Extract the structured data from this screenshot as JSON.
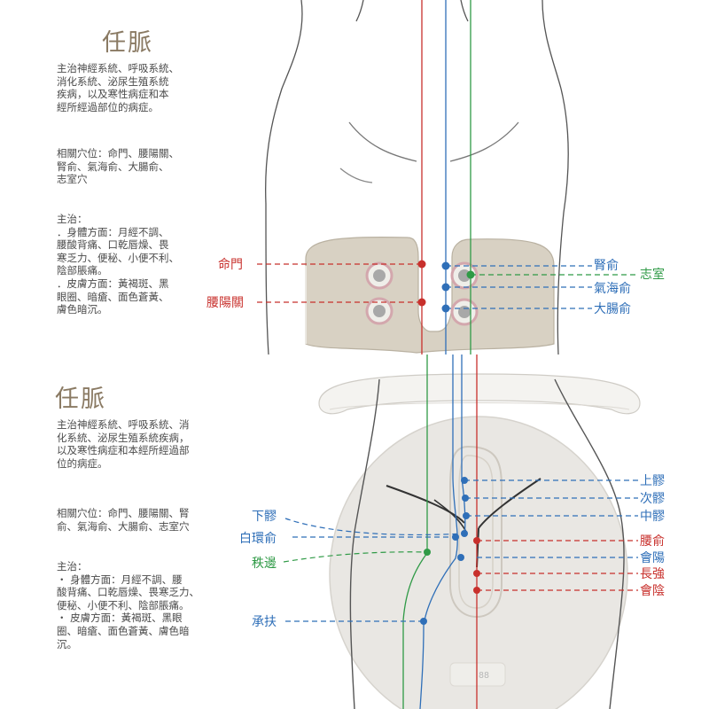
{
  "top": {
    "title": "任脈",
    "description": "主治神經系統、呼吸系統、\n消化系統、泌尿生殖系統\n疾病，以及寒性病症和本\n經所經過部位的病症。",
    "related": "相關穴位：命門、腰陽關、\n腎俞、氣海俞、大腸俞、\n志室穴",
    "treatment": "主治：\n．身體方面：月經不調、\n腰酸背痛、口乾唇燥、畏\n寒乏力、便秘、小便不利、\n陰部脹痛。\n．皮膚方面：黃褐斑、黑\n眼圈、暗瘡、面色蒼黃、\n膚色暗沉。",
    "points": {
      "mingmen": "命門",
      "yaoyangguan": "腰陽關",
      "shenshu": "腎俞",
      "zhishi": "志室",
      "qihaishu": "氣海俞",
      "dachangshu": "大腸俞"
    }
  },
  "bottom": {
    "title": "任脈",
    "description": "主治神經系統、呼吸系統、消\n化系統、泌尿生殖系統疾病，\n以及寒性病症和本經所經過部\n位的病症。",
    "related": "相關穴位：命門、腰陽關、腎\n俞、氣海俞、大腸俞、志室穴",
    "treatment": "主治：\n・ 身體方面：月經不調、腰\n酸背痛、口乾唇燥、畏寒乏力、\n便秘、小便不利、陰部脹痛。\n・ 皮膚方面：黃褐斑、黑眼\n圈、暗瘡、面色蒼黃、膚色暗\n沉。",
    "points": {
      "xialiao": "下髎",
      "baihuanshu": "白環俞",
      "zhibian": "秩邊",
      "chengfu": "承扶",
      "shangliao": "上髎",
      "ciliao": "次髎",
      "zhongliao": "中髎",
      "yaoshu": "腰俞",
      "huiyang": "會陽",
      "changqiang": "長強",
      "huiyin": "會陰"
    },
    "device_display": "88"
  },
  "colors": {
    "red": "#c8302c",
    "blue": "#2f6fb8",
    "green": "#2f9a46",
    "title": "#8a7a63",
    "device_pad": "#d8d1c3",
    "device_body": "#e9e7e3"
  }
}
